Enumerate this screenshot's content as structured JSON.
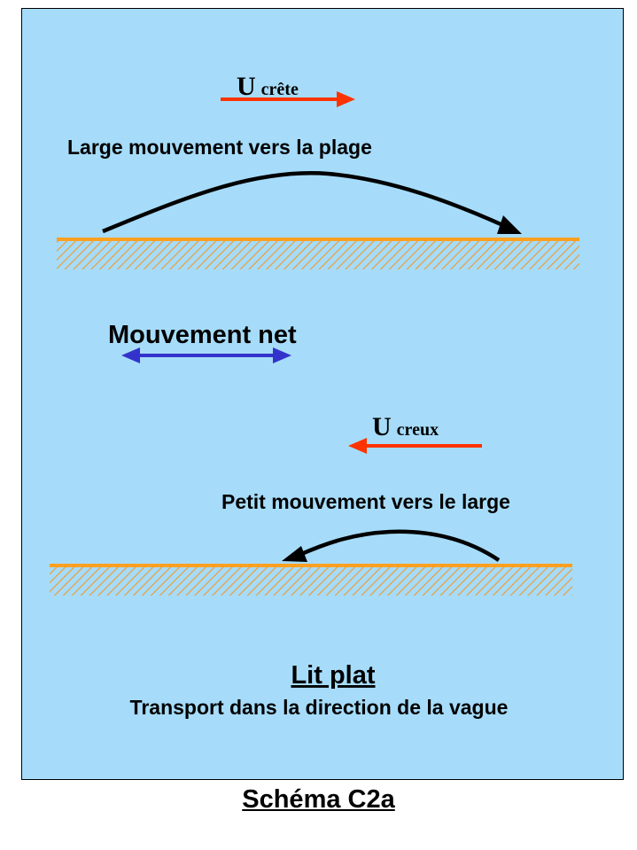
{
  "top_scene": {
    "velocity_symbol": "U",
    "velocity_subscript": "crête",
    "motion_label": "Large mouvement vers la plage"
  },
  "middle": {
    "net_label": "Mouvement net"
  },
  "bottom_scene": {
    "velocity_symbol": "U",
    "velocity_subscript": "creux",
    "motion_label": "Petit mouvement vers le large"
  },
  "conclusion": {
    "title": "Lit plat",
    "subtitle": "Transport dans la direction de la vague"
  },
  "caption": "Schéma C2a",
  "colors": {
    "panel_background": "#a6dcfa",
    "velocity_arrow": "#ff3300",
    "net_arrow": "#3333cc",
    "seabed_line": "#ffa020",
    "seabed_hatch": "#e8a040",
    "motion_arrow": "#000000"
  }
}
